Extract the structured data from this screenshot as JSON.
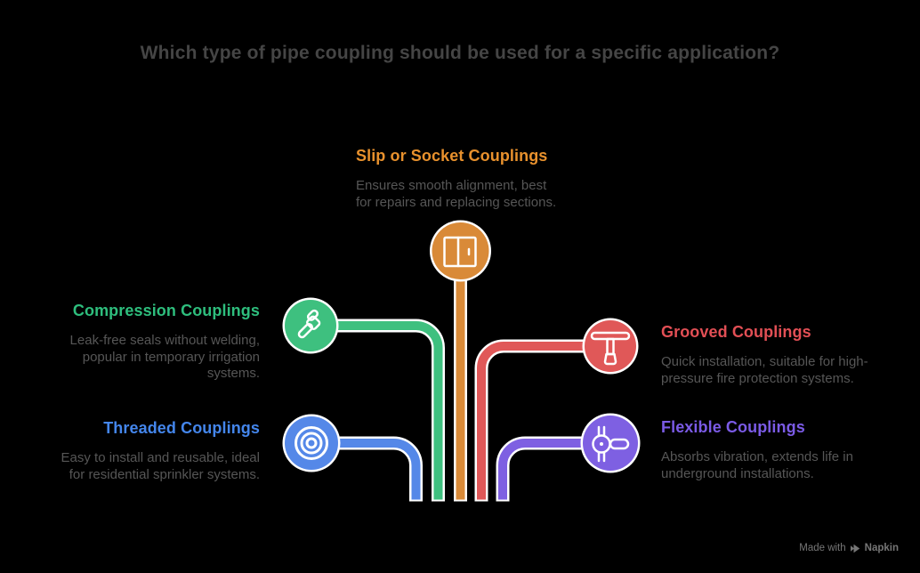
{
  "title": "Which type of pipe coupling should be used for a specific application?",
  "colors": {
    "background": "#000000",
    "title_text": "#454545",
    "body_text": "#565656",
    "outline": "#FFFFFF",
    "watermark": "#767676"
  },
  "nodes": {
    "slip": {
      "label": "Slip or Socket Couplings",
      "desc_lines": [
        "Ensures smooth alignment, best",
        "for repairs and replacing sections."
      ],
      "accent": "#E8912D",
      "fill": "#D98A38",
      "icon": "sliding-door"
    },
    "compression": {
      "label": "Compression Couplings",
      "desc_lines": [
        "Leak-free seals without welding,",
        "popular in temporary irrigation",
        "systems."
      ],
      "accent": "#2EBE7D",
      "fill": "#3EC07F",
      "icon": "pipe-wrench"
    },
    "threaded": {
      "label": "Threaded Couplings",
      "desc_lines": [
        "Easy to install and reusable, ideal",
        "for residential sprinkler systems."
      ],
      "accent": "#4486EC",
      "fill": "#5588E8",
      "icon": "threaded-pipe-end"
    },
    "grooved": {
      "label": "Grooved Couplings",
      "desc_lines": [
        "Quick installation, suitable for high-",
        "pressure fire protection systems."
      ],
      "accent": "#E24F55",
      "fill": "#E05858",
      "icon": "t-handle-wrench"
    },
    "flexible": {
      "label": "Flexible Couplings",
      "desc_lines": [
        "Absorbs vibration, extends life in",
        "underground installations."
      ],
      "accent": "#7B5BE6",
      "fill": "#7E60E2",
      "icon": "ball-joint-fitting"
    }
  },
  "watermark": {
    "text": "Made with",
    "brand": "Napkin"
  }
}
